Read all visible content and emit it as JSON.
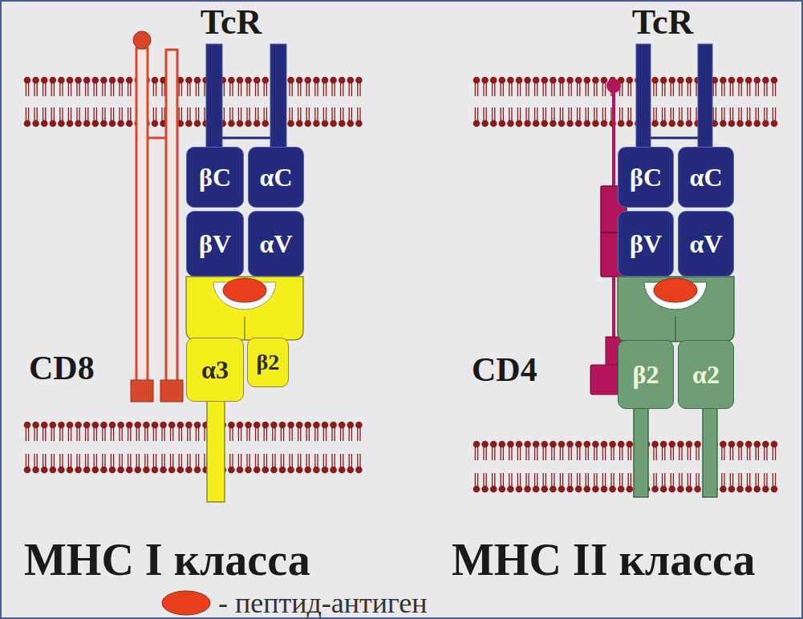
{
  "diagram": {
    "nodes": [
      {
        "text": [
          "βC"
        ]
      },
      {
        "text": [
          "αC"
        ]
      },
      {
        "text": [
          "βV"
        ]
      },
      {
        "text": [
          "αV"
        ]
      },
      {
        "text": [
          "α3"
        ]
      },
      {
        "text": [
          "β2"
        ]
      },
      {
        "text": [
          "βC"
        ]
      },
      {
        "text": [
          "αC"
        ]
      },
      {
        "text": [
          "βV"
        ]
      },
      {
        "text": [
          "αV"
        ]
      },
      {
        "text": [
          "β2"
        ]
      },
      {
        "text": [
          "α2"
        ]
      }
    ],
    "labels": [
      "TcR",
      "CD8",
      "MHC I класса",
      "TcR",
      "CD4",
      "MHC II класса"
    ],
    "legend": [
      {
        "text": "- пептид-антиген",
        "color": "#e8401c"
      }
    ]
  }
}
